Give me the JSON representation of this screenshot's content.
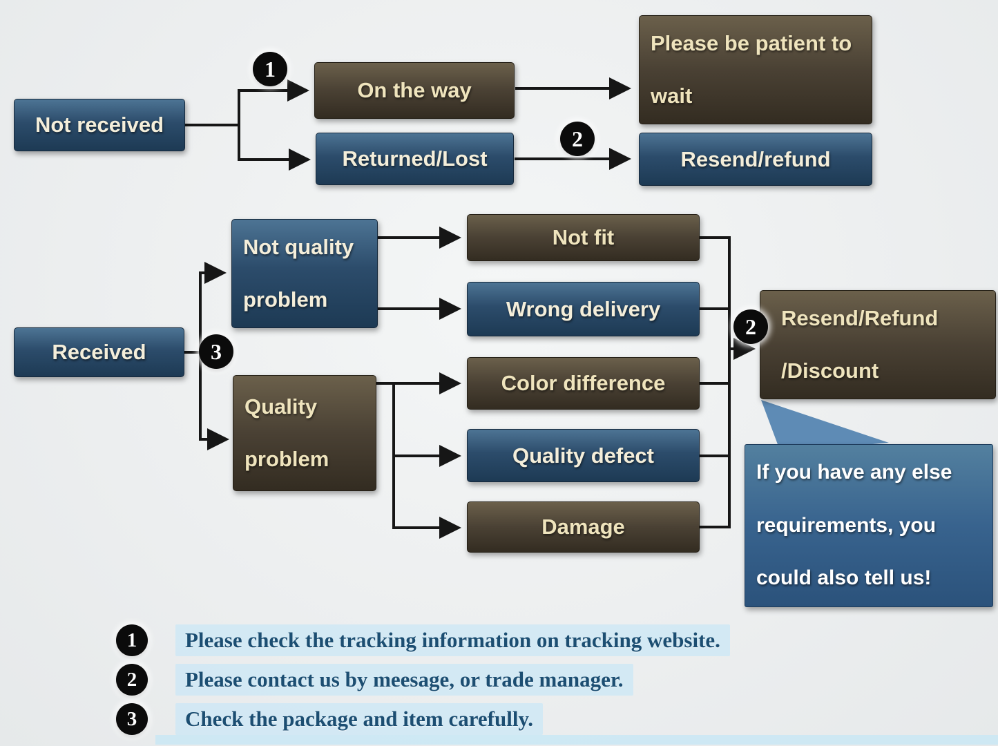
{
  "nodes": {
    "not_received": "Not received",
    "on_the_way": "On the way",
    "be_patient": "Please be patient to wait",
    "returned_lost": "Returned/Lost",
    "resend_refund": "Resend/refund",
    "received": "Received",
    "not_quality_problem": "Not quality problem",
    "quality_problem": "Quality problem",
    "not_fit": "Not fit",
    "wrong_delivery": "Wrong delivery",
    "color_difference": "Color difference",
    "quality_defect": "Quality defect",
    "damage": "Damage",
    "resend_refund_discount": "Resend/Refund /Discount",
    "extra_requirements": "If you have any else requirements, you could also tell us!"
  },
  "badges": {
    "n1": "1",
    "n2": "2",
    "n3": "3"
  },
  "legend": [
    {
      "num": "1",
      "text": "Please check the tracking information on tracking website."
    },
    {
      "num": "2",
      "text": "Please contact us by meesage, or trade manager."
    },
    {
      "num": "3",
      "text": "Check the package and item carefully."
    }
  ],
  "colors": {
    "blue_box": "#2c4c6b",
    "brown_box": "#4a4134",
    "bubble_blue": "#38638e",
    "arrow": "#161616",
    "legend_text": "#1c4e72",
    "background": "#eceeef",
    "box_text_cream": "#efe4bd"
  }
}
